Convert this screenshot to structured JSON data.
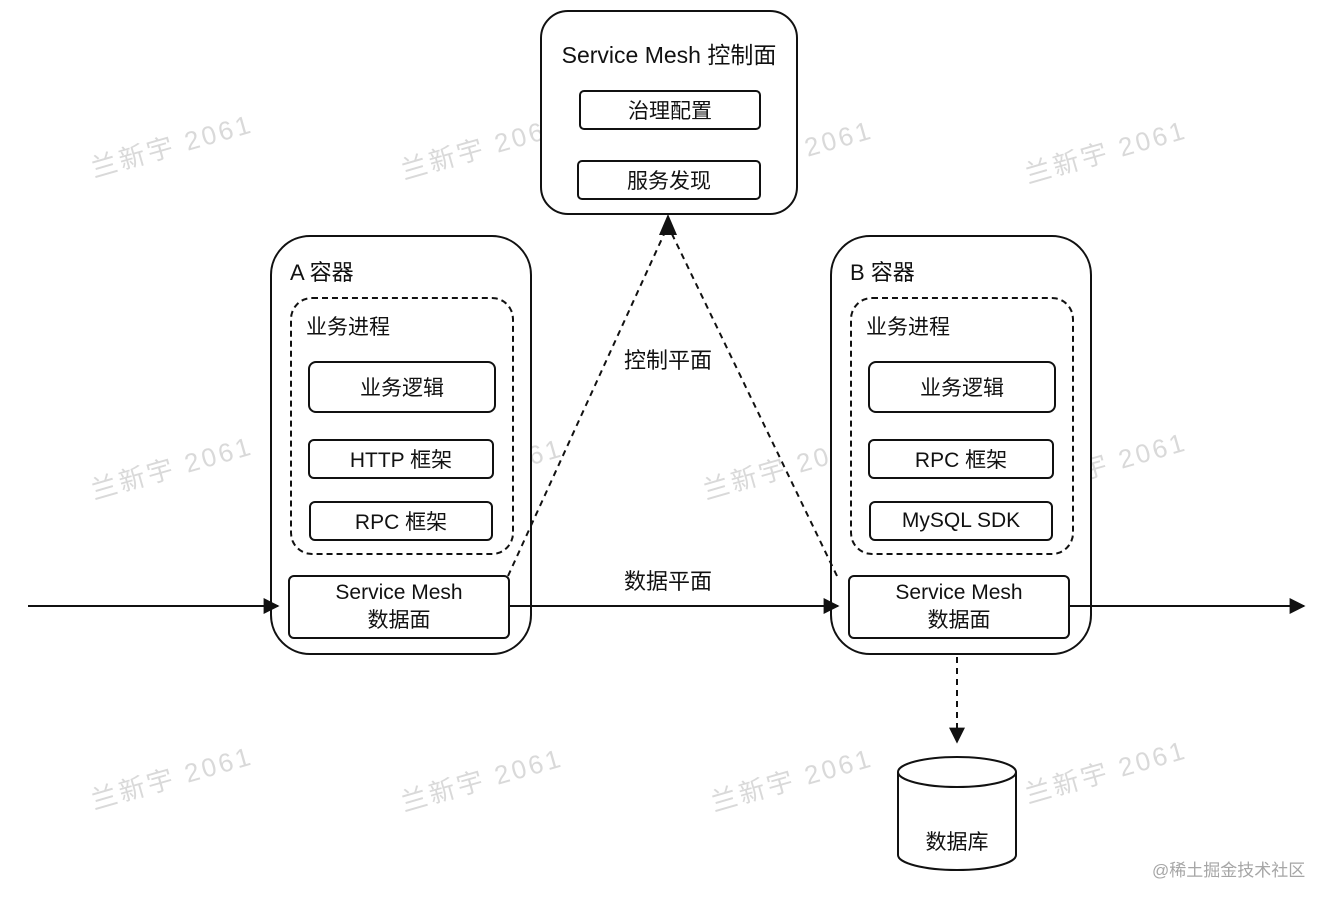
{
  "control_plane": {
    "title": "Service Mesh 控制面",
    "items": [
      "治理配置",
      "服务发现"
    ]
  },
  "container_a": {
    "title": "A 容器",
    "process": {
      "title": "业务进程",
      "items": [
        "业务逻辑",
        "HTTP 框架",
        "RPC 框架"
      ]
    },
    "data_plane_lines": [
      "Service Mesh",
      "数据面"
    ]
  },
  "container_b": {
    "title": "B 容器",
    "process": {
      "title": "业务进程",
      "items": [
        "业务逻辑",
        "RPC 框架",
        "MySQL SDK"
      ]
    },
    "data_plane_lines": [
      "Service Mesh",
      "数据面"
    ]
  },
  "database": {
    "label": "数据库"
  },
  "edge_labels": {
    "control_plane": "控制平面",
    "data_plane": "数据平面"
  },
  "watermark": {
    "text": "兰新宇 2061",
    "community": "@稀土掘金技术社区"
  },
  "colors": {
    "stroke": "#111111",
    "watermark": "#d9d9d9",
    "community": "#a6a6a6"
  }
}
